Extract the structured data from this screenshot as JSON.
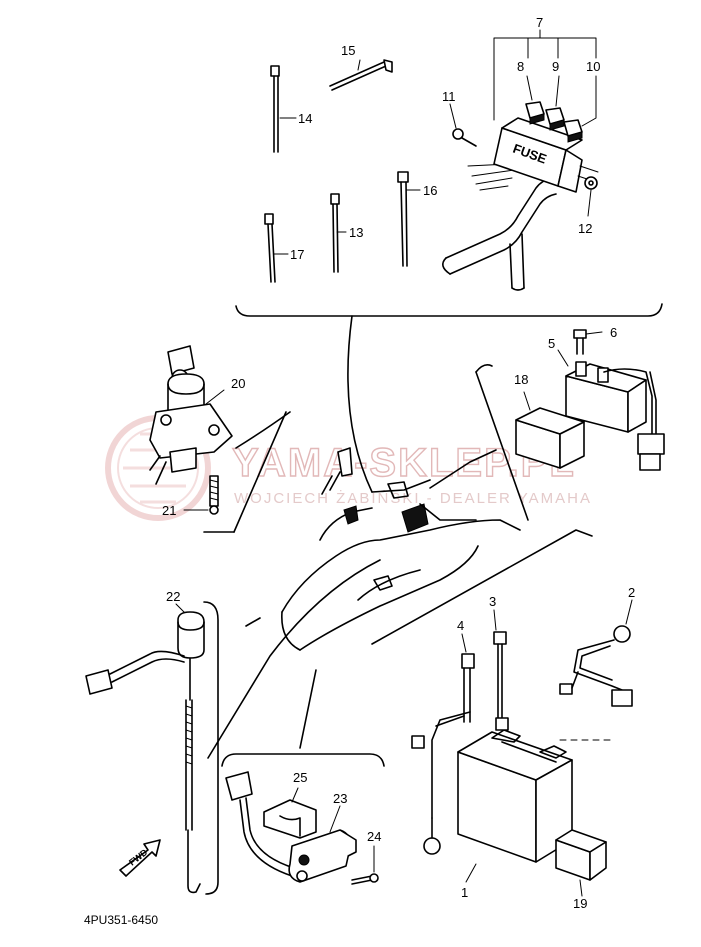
{
  "diagram": {
    "code": "4PU351-6450",
    "fuse_label": "FUSE",
    "fwd_label": "FWD",
    "watermark": {
      "brand": "YAMA-SKLEP.PL",
      "subtitle": "WOJCIECH ŻABIŃSKI - DEALER YAMAHA"
    },
    "callouts": [
      "1",
      "2",
      "3",
      "4",
      "5",
      "6",
      "7",
      "8",
      "9",
      "10",
      "11",
      "12",
      "13",
      "14",
      "15",
      "16",
      "17",
      "18",
      "19",
      "20",
      "21",
      "22",
      "23",
      "24",
      "25"
    ]
  }
}
